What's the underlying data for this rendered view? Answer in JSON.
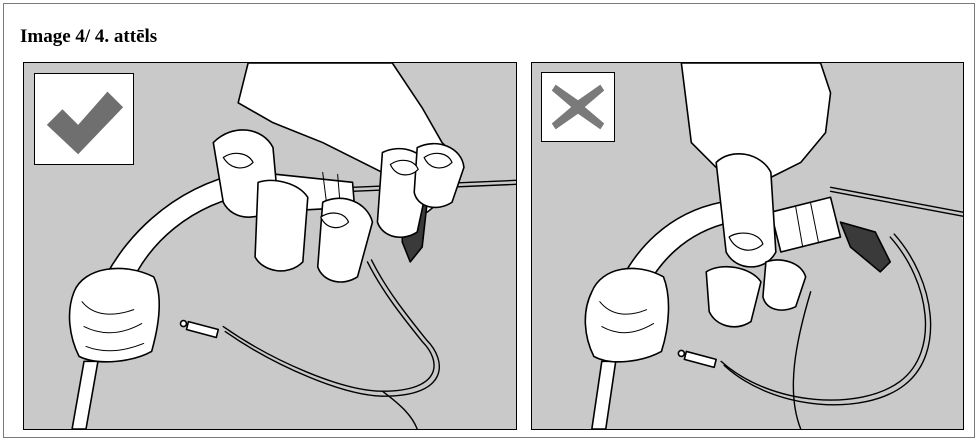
{
  "page": {
    "title": "Image 4/ 4. attēls"
  },
  "panels": [
    {
      "name": "correct-grip",
      "badge_icon": "check-mark-icon",
      "badge_color": "#6f6f6f"
    },
    {
      "name": "incorrect-grip",
      "badge_icon": "cross-mark-icon",
      "badge_color": "#7a7a7a"
    }
  ],
  "colors": {
    "panel_background": "#c9c9c9",
    "outline": "#000000",
    "illustration_fill": "#ffffff"
  }
}
